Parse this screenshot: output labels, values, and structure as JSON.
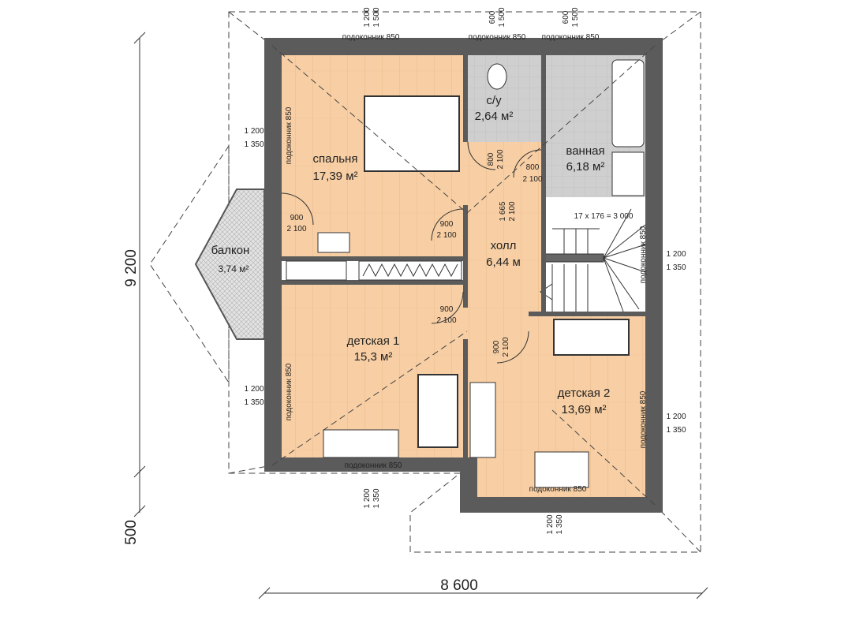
{
  "dimensions": {
    "height_total": "9 200",
    "offset": "500",
    "width_total": "8 600"
  },
  "rooms": [
    {
      "name": "спальня",
      "area": "17,39 м²"
    },
    {
      "name": "с/у",
      "area": "2,64 м²"
    },
    {
      "name": "ванная",
      "area": "6,18 м²"
    },
    {
      "name": "балкон",
      "area": "3,74 м²"
    },
    {
      "name": "холл",
      "area": "6,44 м"
    },
    {
      "name": "детская 1",
      "area": "15,3 м²"
    },
    {
      "name": "детская 2",
      "area": "13,69 м²"
    }
  ],
  "windows": [
    {
      "w": "1 200",
      "h": "1 500",
      "sill": "подоконник 850"
    },
    {
      "w": "600",
      "h": "1 500",
      "sill": "подоконник 850"
    },
    {
      "w": "600",
      "h": "1 500",
      "sill": "подоконник 850"
    },
    {
      "w": "1 200",
      "h": "1 350",
      "sill": "подоконник 850"
    },
    {
      "w": "1 200",
      "h": "1 350",
      "sill": "подоконник 850"
    },
    {
      "w": "1 200",
      "h": "1 350",
      "sill": "подоконник 850"
    },
    {
      "w": "1 200",
      "h": "1 350",
      "sill": "подоконник 850"
    },
    {
      "w": "1 200",
      "h": "1 350",
      "sill": "подоконник 850"
    },
    {
      "w": "1 200",
      "h": "1 350",
      "sill": "подоконник 850"
    }
  ],
  "doors": [
    {
      "w": "900",
      "h": "2 100"
    },
    {
      "w": "800",
      "h": "2 100"
    },
    {
      "w": "800",
      "h": "2 100"
    },
    {
      "w": "1 665",
      "h": "2 100"
    },
    {
      "w": "900",
      "h": "2 100"
    },
    {
      "w": "900",
      "h": "2 100"
    },
    {
      "w": "900",
      "h": "2 100"
    }
  ],
  "stairs": {
    "label": "17 x 176 = 3 000"
  }
}
